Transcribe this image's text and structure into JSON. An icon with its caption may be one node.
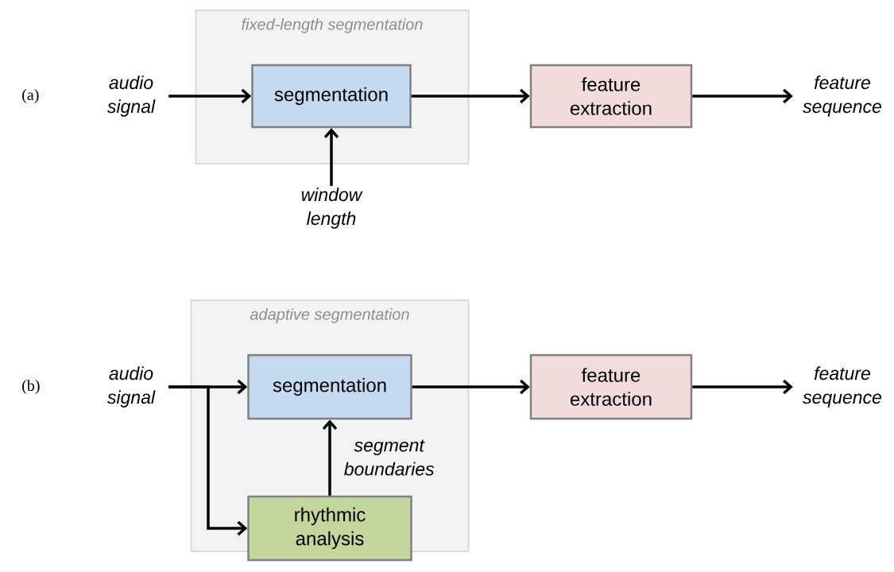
{
  "diagram": {
    "nodes": [
      {
        "text": [
          "fixed-length segmentation"
        ]
      },
      {
        "text": [
          "audio signal"
        ]
      },
      {
        "text": [
          "segmentation"
        ],
        "in": 0
      },
      {
        "text": [
          "feature extraction"
        ]
      },
      {
        "text": [
          "feature sequence"
        ]
      },
      {
        "text": [
          "window length"
        ]
      },
      {
        "text": [
          "adaptive segmentation"
        ]
      },
      {
        "text": [
          "audio signal"
        ]
      },
      {
        "text": [
          "segmentation"
        ],
        "in": 6
      },
      {
        "text": [
          "rhythmic analysis"
        ],
        "in": 6
      },
      {
        "text": [
          "feature extraction"
        ]
      },
      {
        "text": [
          "feature sequence"
        ]
      }
    ],
    "edges": [
      {
        "from": 1,
        "to": 2,
        "arrow": "to"
      },
      {
        "from": 2,
        "to": 3,
        "arrow": "to"
      },
      {
        "from": 3,
        "to": 4,
        "arrow": "to"
      },
      {
        "from": 5,
        "to": 2,
        "arrow": "to"
      },
      {
        "from": 7,
        "to": 8,
        "arrow": "to"
      },
      {
        "from": 7,
        "to": 9,
        "arrow": "to"
      },
      {
        "from": 9,
        "to": 8,
        "arrow": "to",
        "label": "segment boundaries"
      },
      {
        "from": 8,
        "to": 10,
        "arrow": "to"
      },
      {
        "from": 10,
        "to": 11,
        "arrow": "to"
      }
    ],
    "labels": [
      "(a)",
      "(b)"
    ]
  }
}
